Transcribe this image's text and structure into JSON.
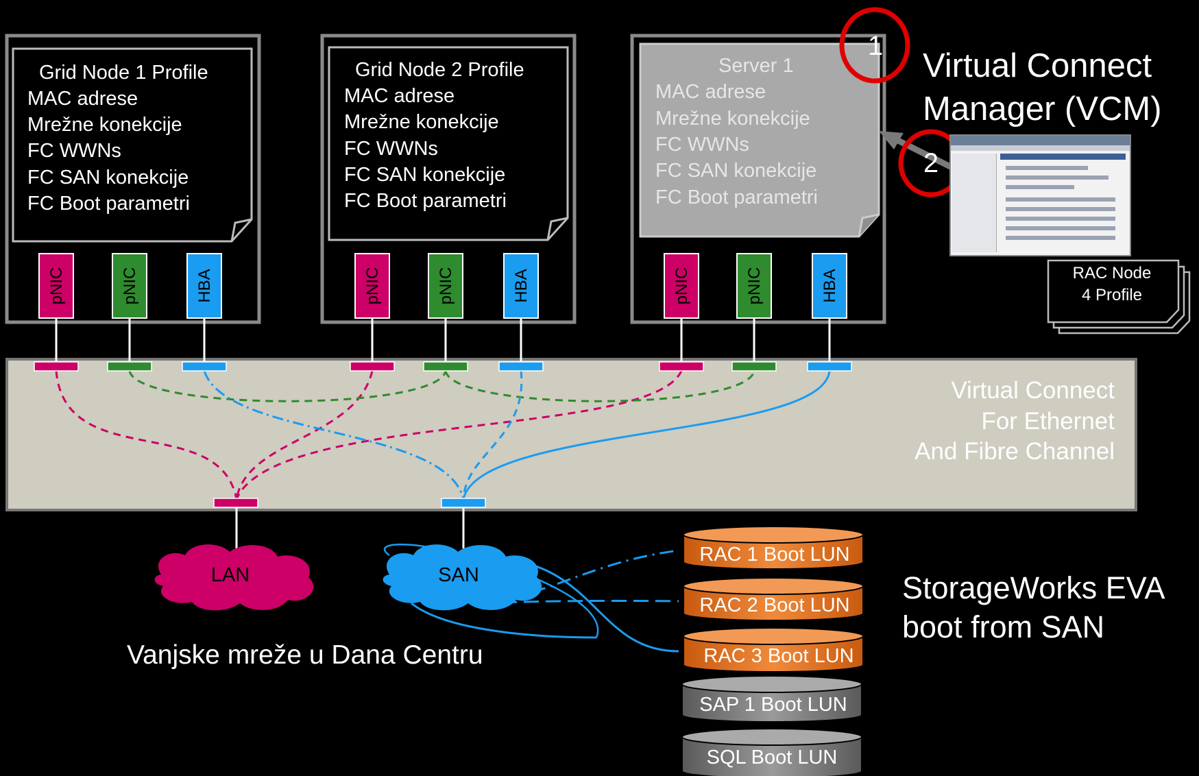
{
  "profiles": [
    {
      "title": "Grid Node 1 Profile",
      "lines": [
        "MAC adrese",
        "Mrežne konekcije",
        "FC WWNs",
        "FC SAN konekcije",
        "FC Boot parametri"
      ]
    },
    {
      "title": "Grid Node 2 Profile",
      "lines": [
        "MAC adrese",
        "Mrežne konekcije",
        "FC WWNs",
        "FC SAN konekcije",
        "FC Boot parametri"
      ]
    },
    {
      "title": "Server 1",
      "lines": [
        "MAC adrese",
        "Mrežne konekcije",
        "FC WWNs",
        "FC SAN konekcije",
        "FC Boot parametri"
      ]
    }
  ],
  "adapters": [
    "pNIC",
    "pNIC",
    "HBA"
  ],
  "vcm": {
    "title_line1": "Virtual Connect",
    "title_line2": "Manager (VCM)",
    "step1": "1",
    "step2": "2"
  },
  "rac_profile": {
    "line1": "RAC Node",
    "line2": "4 Profile"
  },
  "virtual_connect": {
    "line1": "Virtual Connect",
    "line2": "For Ethernet",
    "line3": "And Fibre Channel"
  },
  "networks": {
    "lan": "LAN",
    "san": "SAN",
    "caption": "Vanjske mreže u Dana Centru"
  },
  "storage": {
    "luns": [
      "RAC 1 Boot LUN",
      "RAC 2 Boot LUN",
      "RAC 3 Boot LUN",
      "SAP 1 Boot LUN",
      "SQL Boot LUN"
    ],
    "caption_line1": "StorageWorks EVA",
    "caption_line2": "boot from SAN"
  },
  "colors": {
    "pink": "#cc0066",
    "green": "#2e8b2e",
    "blue": "#1a9cf0",
    "orange": "#e8721c",
    "gray_lun": "#777777",
    "panel": "#cfccc0",
    "red": "#e00000"
  }
}
